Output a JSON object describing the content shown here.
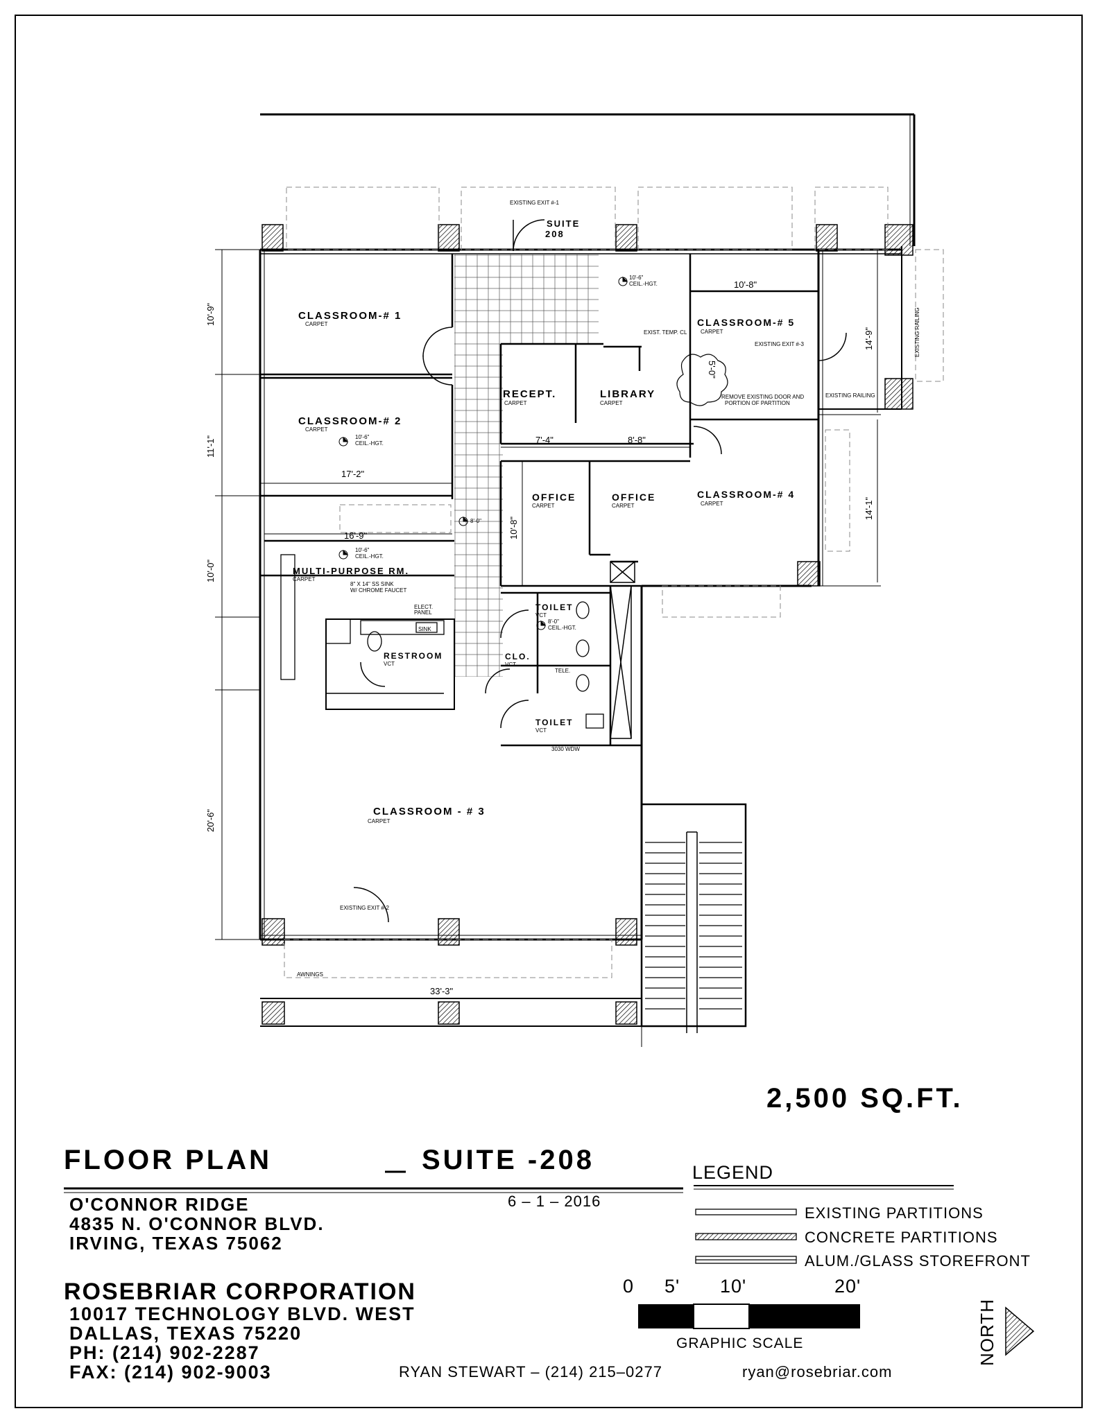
{
  "plan": {
    "suite_label_1": "SUITE",
    "suite_label_2": "208",
    "existing_exit_1": "EXISTING EXIT #-1",
    "existing_exit_2": "EXISTING EXIT #-2",
    "existing_exit_3": "EXISTING EXIT #-3",
    "existing_temp": "EXIST. TEMP. CL",
    "remove_note_1": "REMOVE EXISTING DOOR AND",
    "remove_note_2": "PORTION OF PARTITION",
    "existing_railing_1": "EXISTING RAILING",
    "existing_railing_2": "EXISTING RAILING",
    "awnings": "AWNINGS",
    "carpet": "CARPET",
    "vct": "VCT",
    "tele": "TELE.",
    "window_note": "3030 WDW",
    "ceiling_1": "10'-6\"",
    "ceiling_1b": "CEIL.-HGT.",
    "ceiling_2": "10'-6\"",
    "ceiling_2b": "CEIL.-HGT.",
    "ceiling_3": "10'-6\"",
    "ceiling_3b": "CEIL.-HGT.",
    "ceiling_4": "8'-0\"",
    "ceiling_5": "8'-0\"",
    "ceiling_5b": "CEIL.-HGT.",
    "sink_note_1": "8\" X 14\" SS SINK",
    "sink_note_2": "W/ CHROME FAUCET",
    "elect_panel_1": "ELECT.",
    "elect_panel_2": "PANEL",
    "sink": "SINK",
    "rooms": {
      "classroom1": "CLASSROOM-# 1",
      "classroom2": "CLASSROOM-# 2",
      "classroom3": "CLASSROOM - # 3",
      "classroom4": "CLASSROOM-# 4",
      "classroom5": "CLASSROOM-# 5",
      "recept": "RECEPT.",
      "library": "LIBRARY",
      "office1": "OFFICE",
      "office2": "OFFICE",
      "multipurpose": "MULTI-PURPOSE RM.",
      "restroom": "RESTROOM",
      "toilet1": "TOILET",
      "toilet2": "TOILET",
      "clo": "CLO."
    },
    "dims": {
      "d1": "10'-9\"",
      "d2": "11'-1\"",
      "d3": "10'-0\"",
      "d4": "20'-6\"",
      "d5": "17'-2\"",
      "d6": "16'-9\"",
      "d7": "7'-4\"",
      "d8": "8'-8\"",
      "d9": "10'-8\"",
      "d10": "10'-8\"",
      "d11": "5'-0\"",
      "d12": "14'-9\"",
      "d13": "14'-1\"",
      "d14": "33'-3\""
    }
  },
  "area": "2,500   SQ.FT.",
  "title": {
    "part1": "FLOOR   PLAN",
    "part2": "SUITE -208",
    "date": "6  –  1  –  2016"
  },
  "property": {
    "line1": "O'CONNOR RIDGE",
    "line2": "4835 N. O'CONNOR BLVD.",
    "line3": "IRVING, TEXAS 75062"
  },
  "company": {
    "name": "ROSEBRIAR CORPORATION",
    "line1": "10017 TECHNOLOGY BLVD. WEST",
    "line2": "DALLAS, TEXAS 75220",
    "phone": "PH: (214) 902-2287",
    "fax": "FAX: (214) 902-9003",
    "contact": "RYAN  STEWART  –  (214)  215–0277",
    "email": "ryan@rosebriar.com"
  },
  "legend": {
    "title": "LEGEND",
    "items": [
      "EXISTING PARTITIONS",
      "CONCRETE   PARTITIONS",
      "ALUM./GLASS STOREFRONT"
    ]
  },
  "scale": {
    "labels": [
      "0",
      "5'",
      "10'",
      "20'"
    ],
    "caption": "GRAPHIC SCALE"
  },
  "north": "NORTH"
}
